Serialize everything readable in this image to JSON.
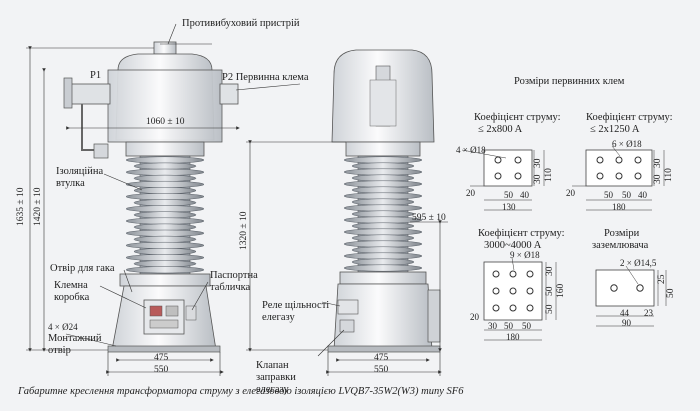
{
  "labels": {
    "anti_explosion": "Противибуховий пристрій",
    "p1": "P1",
    "p2": "P2 Первинна клема",
    "insulating_bushing": "Ізоляційна втулка",
    "lifting_hole": "Отвір для гака",
    "terminal_box": "Клемна коробка",
    "nameplate": "Паспортна табличка",
    "mounting_hole_count": "4 × Ø24",
    "mounting_hole": "Монтажний отвір",
    "gas_relay": "Реле щільності елегазу",
    "fill_valve": "Клапан заправки елегазу",
    "caption": "Габаритне креслення трансформатора струму з елегазовою ізоляцією LVQB7-35W2(W3) типу SF6"
  },
  "dimensions": {
    "width_head": "1060 ± 10",
    "height_total": "1635 ± 10",
    "height_flange": "1420 ± 10",
    "height_side": "1320 ± 10",
    "side_offset": "595 ± 10",
    "base_inner_front": "475",
    "base_outer_front": "550",
    "base_inner_side": "475",
    "base_outer_side": "550"
  },
  "terminals": {
    "title": "Розміри первинних клем",
    "t1": {
      "coef": "Коефіцієнт струму:",
      "range": "≤ 2x800 A",
      "holes": "4 × Ø18",
      "d30a": "30",
      "d30b": "30",
      "d110": "110",
      "d20": "20",
      "d50": "50",
      "d40": "40",
      "d130": "130"
    },
    "t2": {
      "coef": "Коефіцієнт струму:",
      "range": "≤ 2x1250 A",
      "holes": "6 × Ø18",
      "d30a": "30",
      "d30b": "30",
      "d110": "110",
      "d20": "20",
      "d50a": "50",
      "d50b": "50",
      "d40": "40",
      "d180": "180"
    },
    "t3": {
      "coef": "Коефіцієнт струму:",
      "range": "3000~4000 A",
      "holes": "9 × Ø18",
      "d30": "30",
      "d50a": "50",
      "d50b": "50",
      "d160": "160",
      "d20": "20",
      "d30b": "30",
      "d50c": "50",
      "d50d": "50",
      "d180": "180"
    },
    "ground": {
      "title1": "Розміри",
      "title2": "заземлювача",
      "holes": "2 × Ø14,5",
      "d25": "25",
      "d50": "50",
      "d44": "44",
      "d23": "23",
      "d90": "90"
    }
  }
}
